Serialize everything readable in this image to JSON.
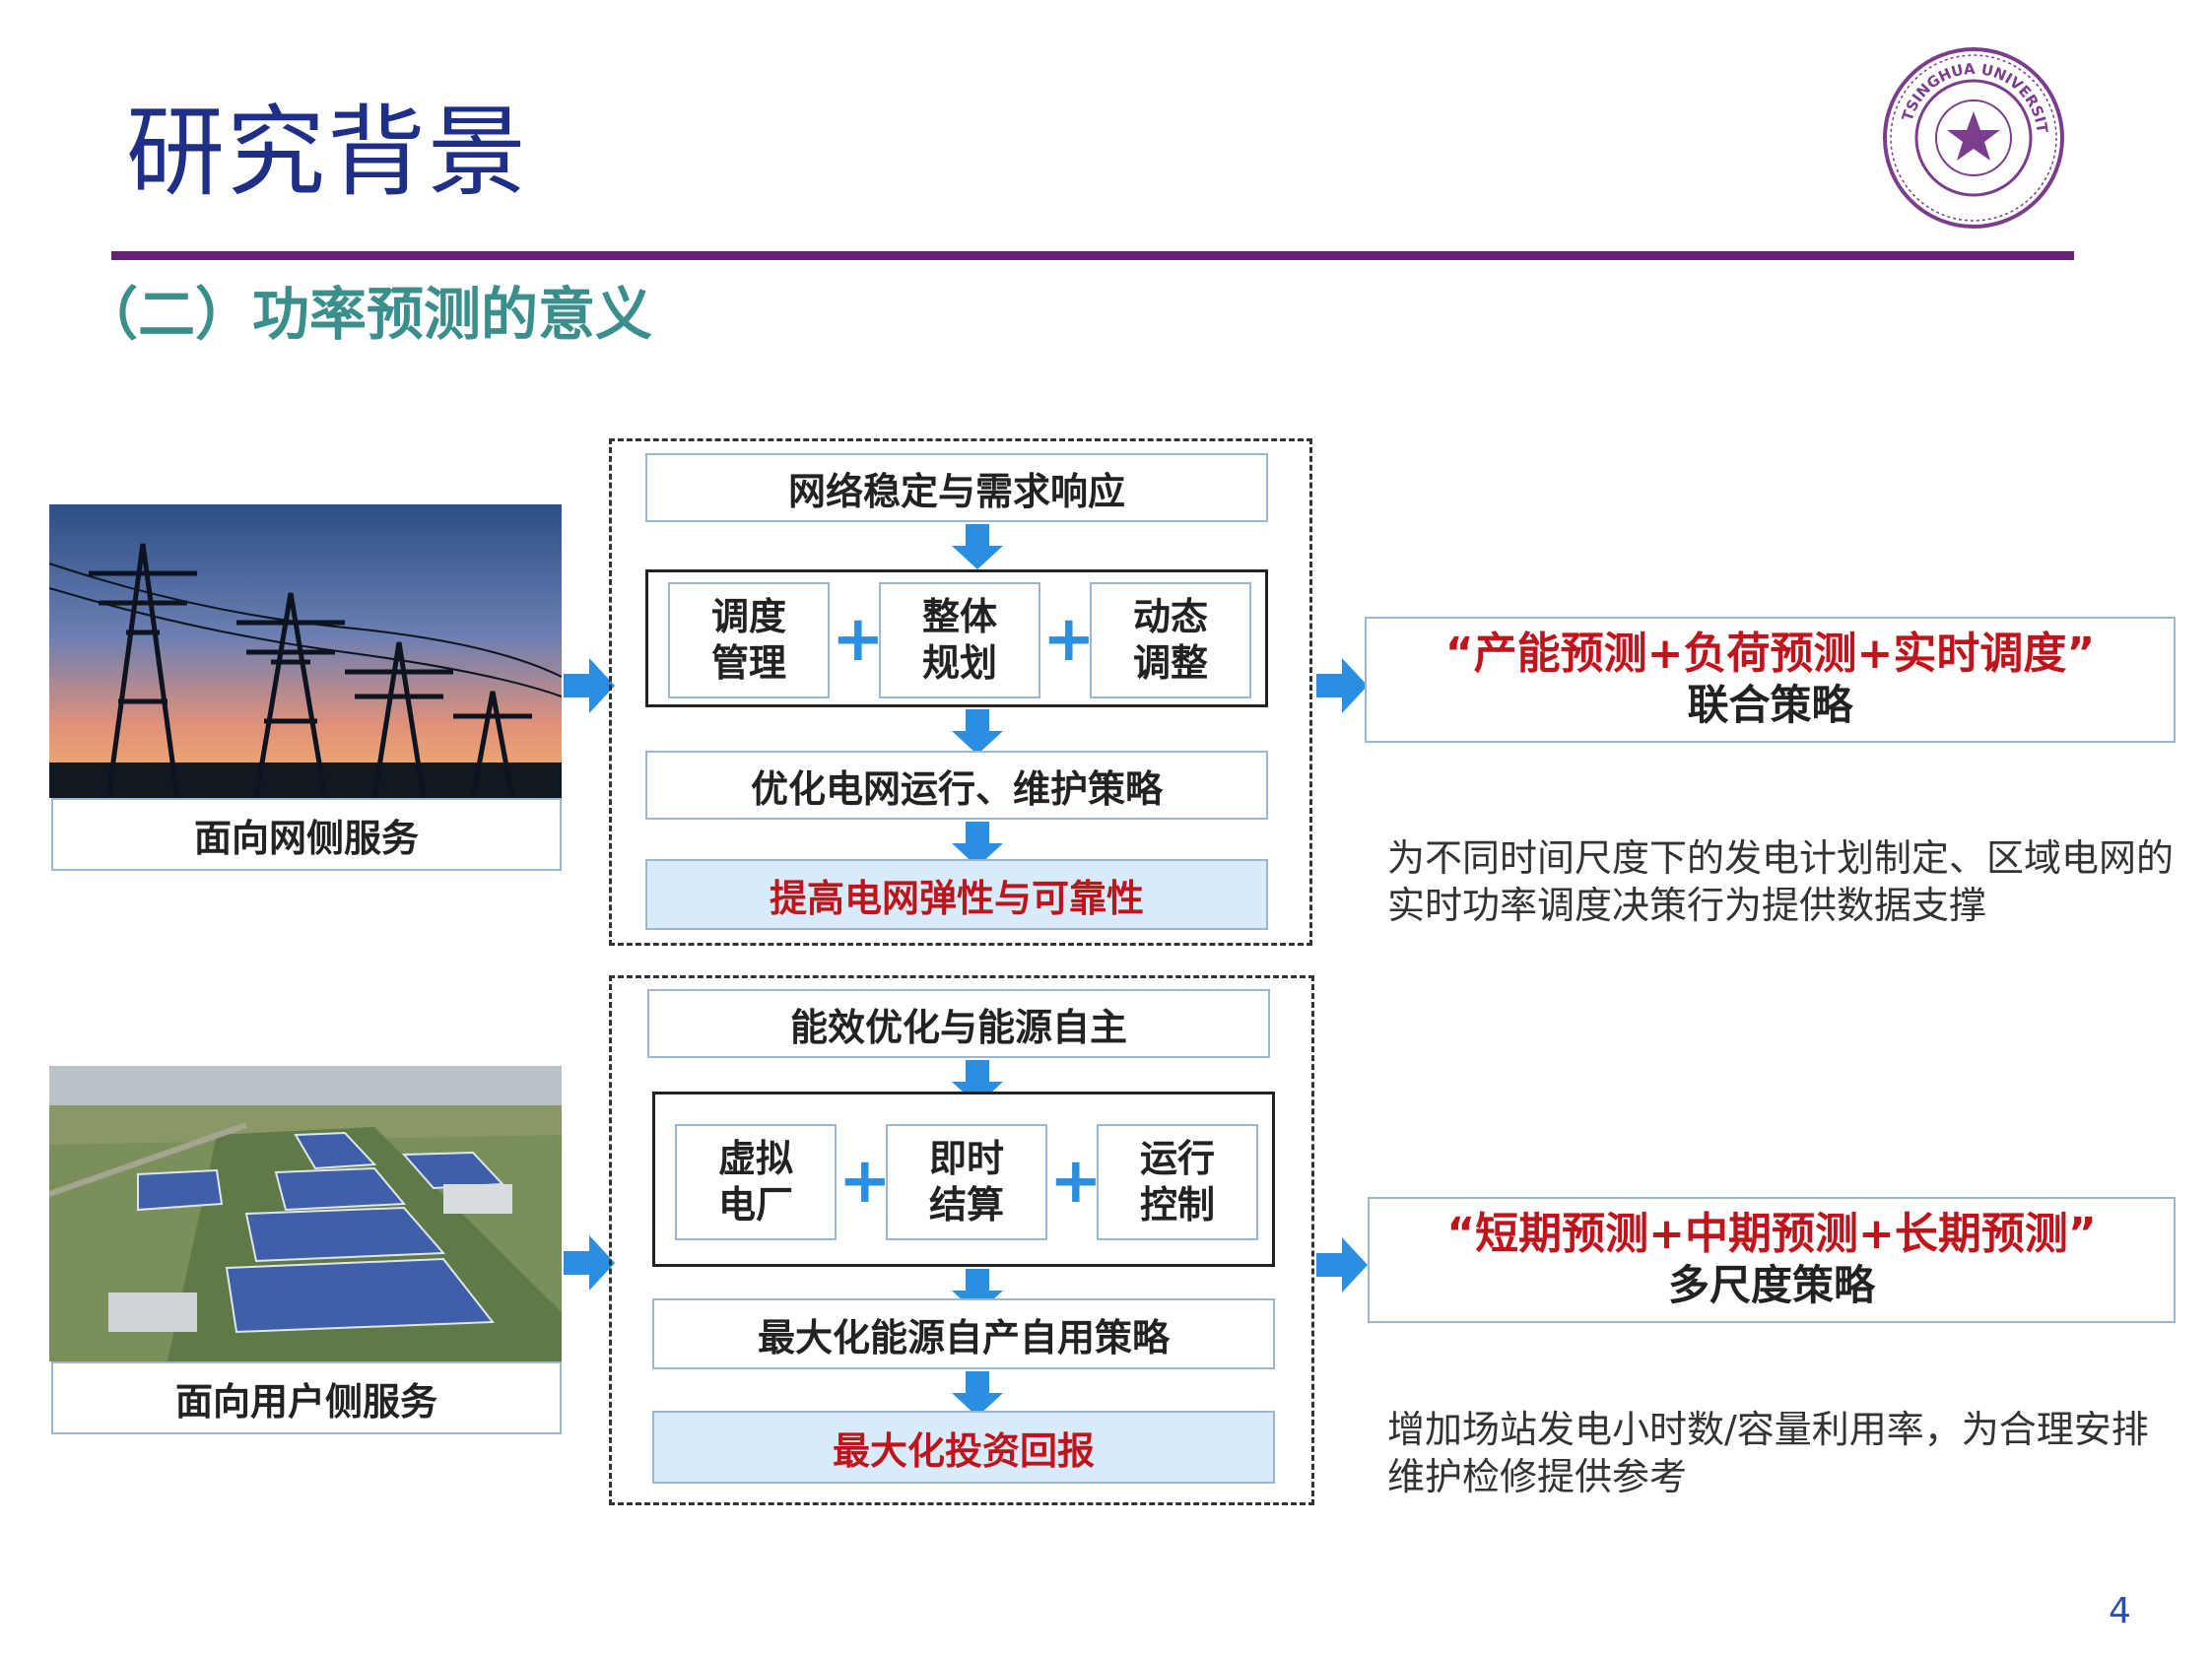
{
  "slide": {
    "title": "研究背景",
    "subtitle": "（二）功率预测的意义",
    "page_number": "4"
  },
  "colors": {
    "title": "#1f2f88",
    "rule": "#6b1f7c",
    "subtitle": "#3a8f8c",
    "emphasis": "#c0141c",
    "arrow": "#2a8fe0",
    "highlight_fill": "#d7ebfa"
  },
  "logo": {
    "icon": "tsinghua-university-seal-icon",
    "text": "TSINGHUA UNIVERSITY 1911"
  },
  "grid": {
    "image_caption": "面向网侧服务",
    "top_box": "网络稳定与需求响应",
    "items": [
      "调度\n管理",
      "整体\n规划",
      "动态\n调整"
    ],
    "plus": "+",
    "strategy_box": "优化电网运行、维护策略",
    "result_box": "提高电网弹性与可靠性",
    "strategy_quote": "“产能预测+负荷预测+实时调度”",
    "strategy_name": "联合策略",
    "description": "为不同时间尺度下的发电计划制定、区域电网的实时功率调度决策行为提供数据支撑"
  },
  "user": {
    "image_caption": "面向用户侧服务",
    "top_box": "能效优化与能源自主",
    "items": [
      "虚拟\n电厂",
      "即时\n结算",
      "运行\n控制"
    ],
    "plus": "+",
    "strategy_box": "最大化能源自产自用策略",
    "result_box": "最大化投资回报",
    "strategy_quote": "“短期预测+中期预测+长期预测”",
    "strategy_name": "多尺度策略",
    "description": "增加场站发电小时数/容量利用率，为合理安排维护检修提供参考"
  }
}
